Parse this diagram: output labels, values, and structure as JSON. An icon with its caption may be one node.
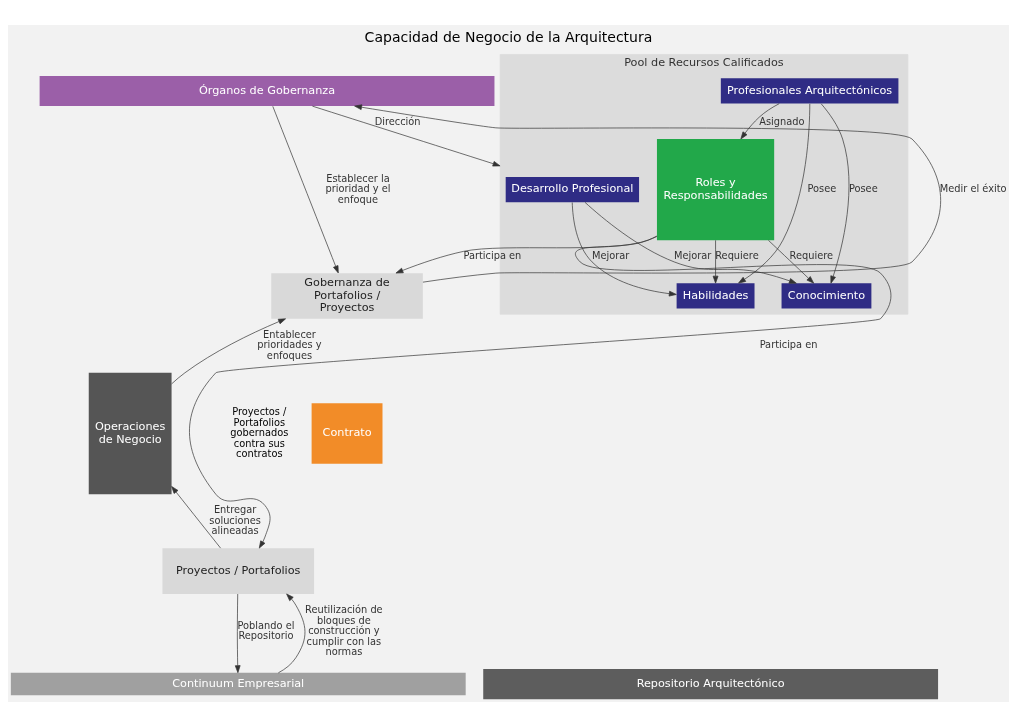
{
  "diagram": {
    "title": "Capacidad de Negocio de la Arquitectura",
    "nodes": [
      {
        "text": [
          "Órganos de Gobernanza"
        ]
      },
      {
        "text": [
          "Pool de Recursos Calificados"
        ]
      },
      {
        "text": [
          "Desarrollo Profesional"
        ],
        "in": 1
      },
      {
        "text": [
          "Habilidades"
        ],
        "in": 1
      },
      {
        "text": [
          "Conocimiento"
        ],
        "in": 1
      },
      {
        "text": [
          "Profesionales Arquitectónicos"
        ],
        "in": 1
      },
      {
        "text": [
          "Roles y Responsabilidades"
        ],
        "in": 1
      },
      {
        "text": [
          "Gobernanza de Portafolios / Proyectos"
        ]
      },
      {
        "text": [
          "Contrato"
        ],
        "beside": [
          "Proyectos / Portafolios gobernados contra sus contratos"
        ]
      },
      {
        "text": [
          "Proyectos / Portafolios"
        ]
      },
      {
        "text": [
          "Operaciones de Negocio"
        ]
      },
      {
        "text": [
          "Continuum Empresarial"
        ]
      },
      {
        "text": [
          "Repositorio Arquitectónico"
        ]
      }
    ],
    "edges": [
      {
        "from": 0,
        "to": 1,
        "arrow": "to",
        "label": "Dirección"
      },
      {
        "from": 0,
        "to": 7,
        "arrow": "to",
        "label": "Establecer la prioridad y el enfoque"
      },
      {
        "from": 7,
        "to": 0,
        "arrow": "to",
        "label": "Medir el éxito"
      },
      {
        "from": 2,
        "to": 3,
        "arrow": "to",
        "label": "Mejorar"
      },
      {
        "from": 2,
        "to": 4,
        "arrow": "to",
        "label": "Mejorar"
      },
      {
        "from": 6,
        "to": 4,
        "arrow": "to",
        "label": "Requiere"
      },
      {
        "from": 6,
        "to": 3,
        "arrow": "to",
        "label": "Requiere"
      },
      {
        "from": 5,
        "to": 3,
        "arrow": "to",
        "label": "Posee"
      },
      {
        "from": 5,
        "to": 4,
        "arrow": "to",
        "label": "Posee"
      },
      {
        "from": 5,
        "to": 6,
        "arrow": "to",
        "label": "Asignado"
      },
      {
        "from": 6,
        "to": 7,
        "arrow": "to",
        "label": "Participa en"
      },
      {
        "from": 6,
        "to": 9,
        "arrow": "to",
        "label": "Participa en"
      },
      {
        "from": 10,
        "to": 7,
        "arrow": "to",
        "label": "Entablecer prioridades y enfoques"
      },
      {
        "from": 9,
        "to": 10,
        "arrow": "to",
        "label": "Entregar soluciones alineadas"
      },
      {
        "from": 9,
        "to": 11,
        "arrow": "to",
        "label": "Poblando el Repositorio"
      },
      {
        "from": 11,
        "to": 9,
        "arrow": "to",
        "label": "Reutilización de bloques de construcción y cumplir con las normas"
      }
    ]
  }
}
